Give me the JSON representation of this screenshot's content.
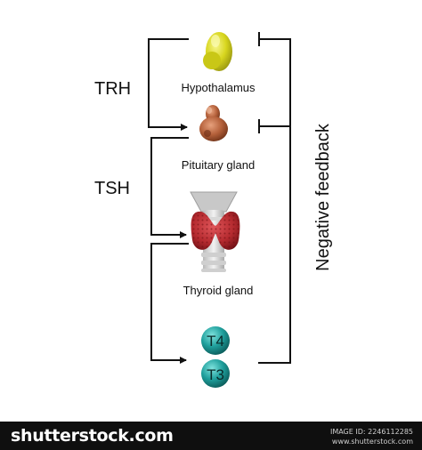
{
  "labels": {
    "hypothalamus": "Hypothalamus",
    "pituitary": "Pituitary gland",
    "thyroid": "Thyroid gland",
    "trh": "TRH",
    "tsh": "TSH",
    "feedback": "Negative feedback",
    "t4": "T4",
    "t3": "T3"
  },
  "footer": {
    "brand": "shutterstock.com",
    "image_id": "IMAGE ID: 2246112285",
    "site": "www.shutterstock.com"
  },
  "colors": {
    "hypothalamus": "#d8d61e",
    "pituitary": "#b4603a",
    "thyroid": "#b52a2f",
    "hormone_sphere": "#1f9f9c",
    "footer_bg": "#0f0f0f"
  }
}
